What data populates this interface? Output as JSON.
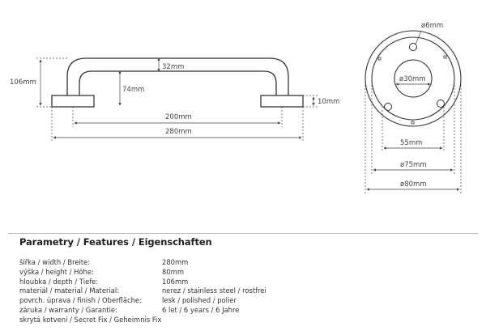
{
  "drawing": {
    "side": {
      "height_label": "106mm",
      "clearance_label": "32mm",
      "leg_label": "74mm",
      "base_label": "10mm",
      "center_label": "200mm",
      "length_label": "280mm"
    },
    "round": {
      "screw_label": "ø6mm",
      "inner_label": "ø30mm",
      "holes_label": "55mm",
      "cover_label": "ø75mm",
      "outer_label": "ø80mm"
    }
  },
  "section_title": "Parametry / Features / Eigenschaften",
  "specs": [
    {
      "label": "šířka / width / Breite:",
      "value": "280mm"
    },
    {
      "label": "výška / height / Höhe:",
      "value": "80mm"
    },
    {
      "label": "hloubka / depth / Tiefe:",
      "value": "106mm"
    },
    {
      "label": "materiál / material / Material:",
      "value": "nerez / stainless steel / rostfrei"
    },
    {
      "label": "povrch. úprava / finish / Oberfläche:",
      "value": "lesk / polished / polier"
    },
    {
      "label": "záruka / warranty / Garantie:",
      "value": "6 let / 6 years / 6 Jahre"
    },
    {
      "label": "skrytá kotvení / Secret Fix / Geheimnis Fix",
      "value": ""
    }
  ]
}
